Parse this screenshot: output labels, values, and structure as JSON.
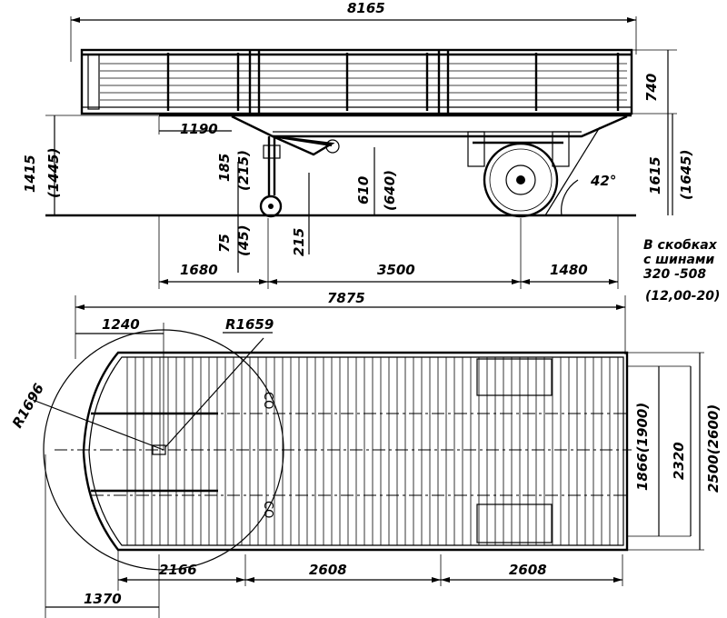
{
  "side_view": {
    "overall_length": "8165",
    "side_height": "740",
    "overhang_front": "1190",
    "height_deck": "1415",
    "height_deck_alt": "(1445)",
    "height_total": "1615",
    "height_total_alt": "(1645)",
    "drawbar_height": "610",
    "drawbar_height_alt": "(640)",
    "support_height": "185",
    "support_height_alt": "(215)",
    "small_wheel_height": "75",
    "small_wheel_height_alt": "(45)",
    "support_travel": "215",
    "angle": "42°",
    "base_front": "1680",
    "wheelbase": "3500",
    "rear_overhang": "1480"
  },
  "note": {
    "line1": "В скобках",
    "line2": "с шинами",
    "line3": "320 -508",
    "line4": "(12,00-20)"
  },
  "plan_view": {
    "overall_length": "7875",
    "front_offset": "1240",
    "radius_inner": "R1659",
    "radius_outer": "R1696",
    "track": "1866(1900)",
    "inner_width": "2320",
    "overall_width": "2500(2600)",
    "span_1": "2166",
    "span_2": "2608",
    "span_3": "2608",
    "pivot_offset": "1370"
  }
}
